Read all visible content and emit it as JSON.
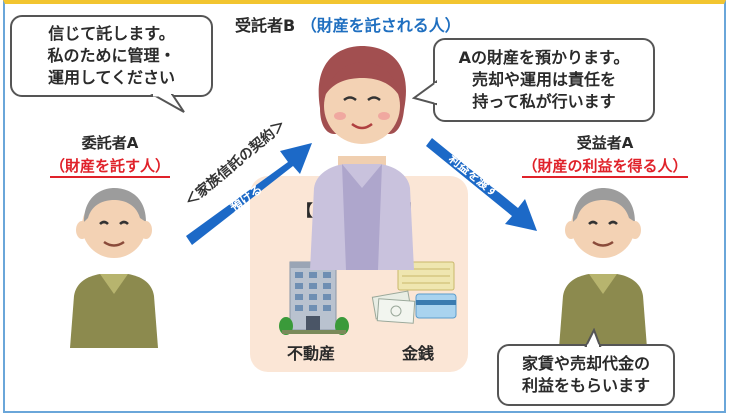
{
  "trustee": {
    "label": "受託者B",
    "role": "（財産を託される人）"
  },
  "settlor": {
    "label": "委託者A",
    "role": "（財産を託す人）"
  },
  "beneficiary": {
    "label": "受益者A",
    "role": "（財産の利益を得る人）"
  },
  "bubbles": {
    "settlor": [
      "信じて託します。",
      "私のために管理・",
      "運用してください"
    ],
    "trustee": [
      "Aの財産を預かります。",
      "売却や運用は責任を",
      "持って私が行います"
    ],
    "beneficiary": [
      "家賃や売却代金の",
      "利益をもらいます"
    ]
  },
  "contract_label": "＜家族信託の契約＞",
  "arrows": {
    "entrust": "預ける",
    "benefit": "利益を渡す"
  },
  "assets": {
    "title": "【Aさんの財産】",
    "subtitle": "管理・運用",
    "real_estate": "不動産",
    "money": "金銭"
  }
}
